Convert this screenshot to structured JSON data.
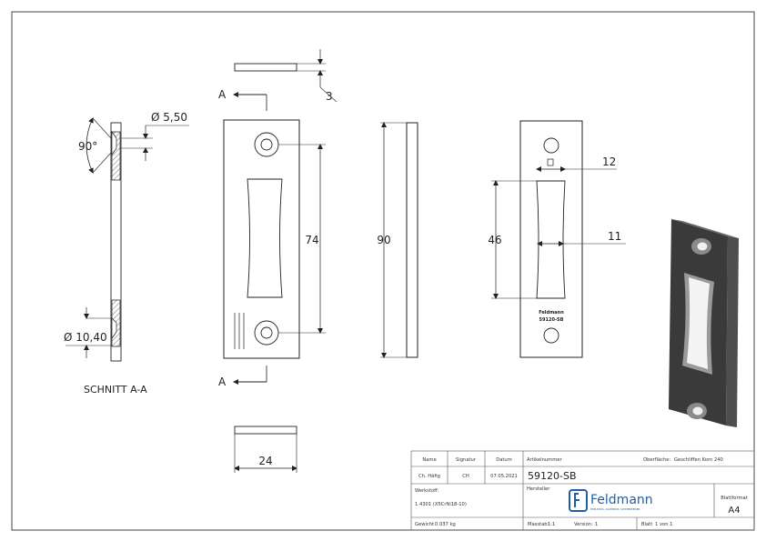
{
  "section": {
    "arrow_label_top": "A",
    "arrow_label_bottom": "A",
    "title": "SCHNITT A-A"
  },
  "dimensions": {
    "thickness": "3",
    "hole_small": "Ø 5,50",
    "hole_large": "Ø 10,40",
    "angle": "90°",
    "hole_spacing": "74",
    "height": "90",
    "width": "24",
    "slot_length": "46",
    "slot_width_top": "12",
    "slot_width_mid": "11"
  },
  "engraving": {
    "brand": "Feldmann",
    "article": "59120-SB"
  },
  "title_block": {
    "headers": {
      "name": "Name",
      "signature": "Signatur",
      "date": "Datum",
      "article_number": "Artikelnummer",
      "surface": "Oberfläche:",
      "material": "Werkstoff:",
      "manufacturer": "Hersteller",
      "sheet_format": "Blattformat",
      "weight": "Gewicht",
      "scale": "Masstab:",
      "version": "Version:",
      "sheet": "Blatt"
    },
    "values": {
      "name": "Ch. Häfig",
      "signature": "CH",
      "date": "07.05.2021",
      "article_number": "59120-SB",
      "surface": "Geschliffen Korn 240",
      "material": "1.4301 (X5CrNi18-10)",
      "sheet_format": "A4",
      "weight": "0.037 kg",
      "scale": "1:1",
      "version": "1",
      "sheet": "1 von 1"
    },
    "logo": {
      "name": "Feldmann",
      "tagline": "EDELSTAHL, ALUMINIUM, SCHMIEDEEISEN"
    }
  },
  "colors": {
    "line": "#222222",
    "plate_dark": "#3a3a3a",
    "plate_edge": "#6a6a6a",
    "logo_blue": "#1f5fa8"
  }
}
